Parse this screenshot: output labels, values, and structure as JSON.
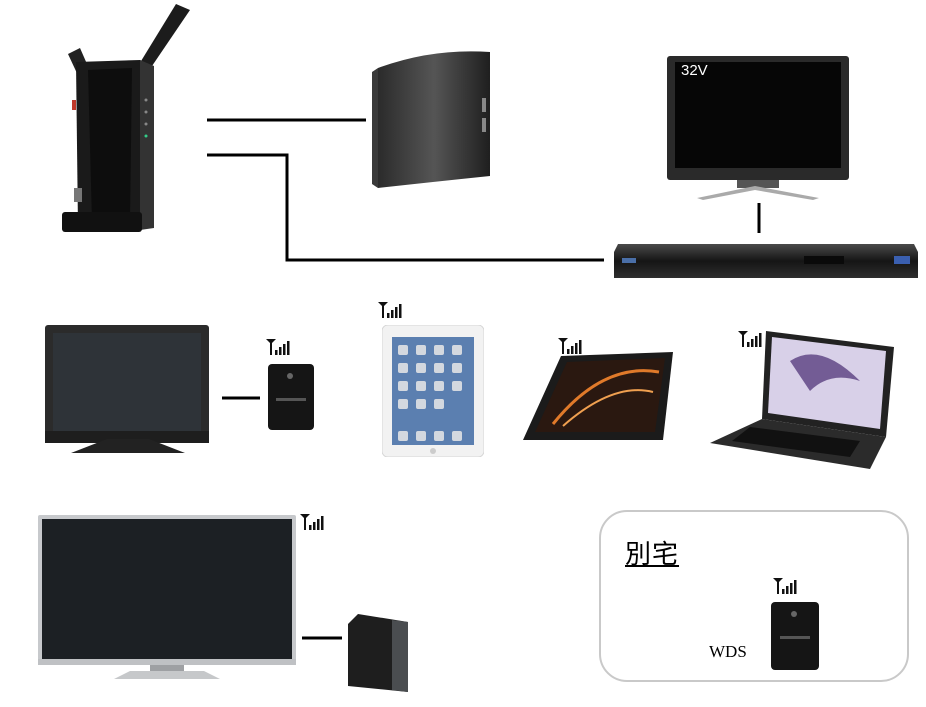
{
  "tv_32v": {
    "label": "32V"
  },
  "annex": {
    "title": "別宅",
    "wds_label": "WDS"
  },
  "icons": {
    "router": "wireless-router-icon",
    "media_server": "media-server-icon",
    "tv": "television-icon",
    "recorder": "bluray-recorder-icon",
    "client": "wireless-media-client-icon",
    "tablet": "tablet-icon",
    "laptop": "laptop-icon",
    "hdd": "external-hdd-icon",
    "signal": "wifi-signal-icon"
  },
  "colors": {
    "wire": "#000000",
    "annex_border": "#c9c9c9",
    "screen": "#1b1f24"
  }
}
